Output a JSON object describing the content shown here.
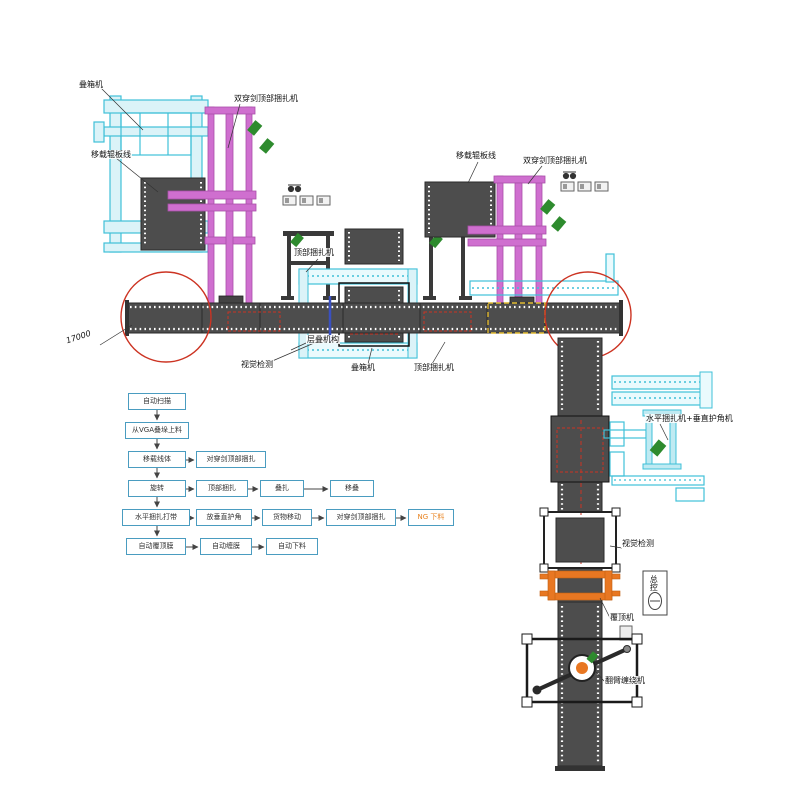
{
  "labels": {
    "stacker_tl": "叠箱机",
    "dual_strap_tl": "双穿剑顶部捆扎机",
    "transfer_tl": "移载辊板线",
    "top_strap_c": "顶部捆扎机",
    "layer_mech": "层叠机构",
    "vision_c": "视觉检测",
    "stacker_c": "叠箱机",
    "top_strap_c2": "顶部捆扎机",
    "transfer_tr": "移载辊板线",
    "dual_strap_tr": "双穿剑顶部捆扎机",
    "horiz_corner": "水平捆扎机+垂直护角机",
    "vision_r": "视觉检测",
    "master": "总控",
    "cap": "覆顶机",
    "wrapper": "翻臂缠绕机",
    "dim": "17000"
  },
  "flow": {
    "scan": "自动扫描",
    "vga": "从VGA叠垛上料",
    "transfer": "移载线体",
    "dual_strap": "对穿剑顶部捆扎",
    "rotate": "旋转",
    "top_strap": "顶部捆扎",
    "stack": "叠扎",
    "move": "移叠",
    "horiz": "水平捆扎打带",
    "corner": "放垂直护角",
    "cargo": "货物移动",
    "dual_strap2": "对穿剑顶部捆扎",
    "ng": "NG 下料",
    "cap_film": "自动覆顶膜",
    "wrap_film": "自动缠膜",
    "unload": "自动下料"
  },
  "colors": {
    "cyan": "#3FC0D8",
    "magenta": "#C963C9",
    "dark": "#4D4D4D",
    "red": "#CC3322",
    "orange": "#E87722",
    "green": "#2E8B2E",
    "yellow": "#E0B92F",
    "blue": "#3A50C0",
    "flow_border": "#4A9CC0"
  }
}
